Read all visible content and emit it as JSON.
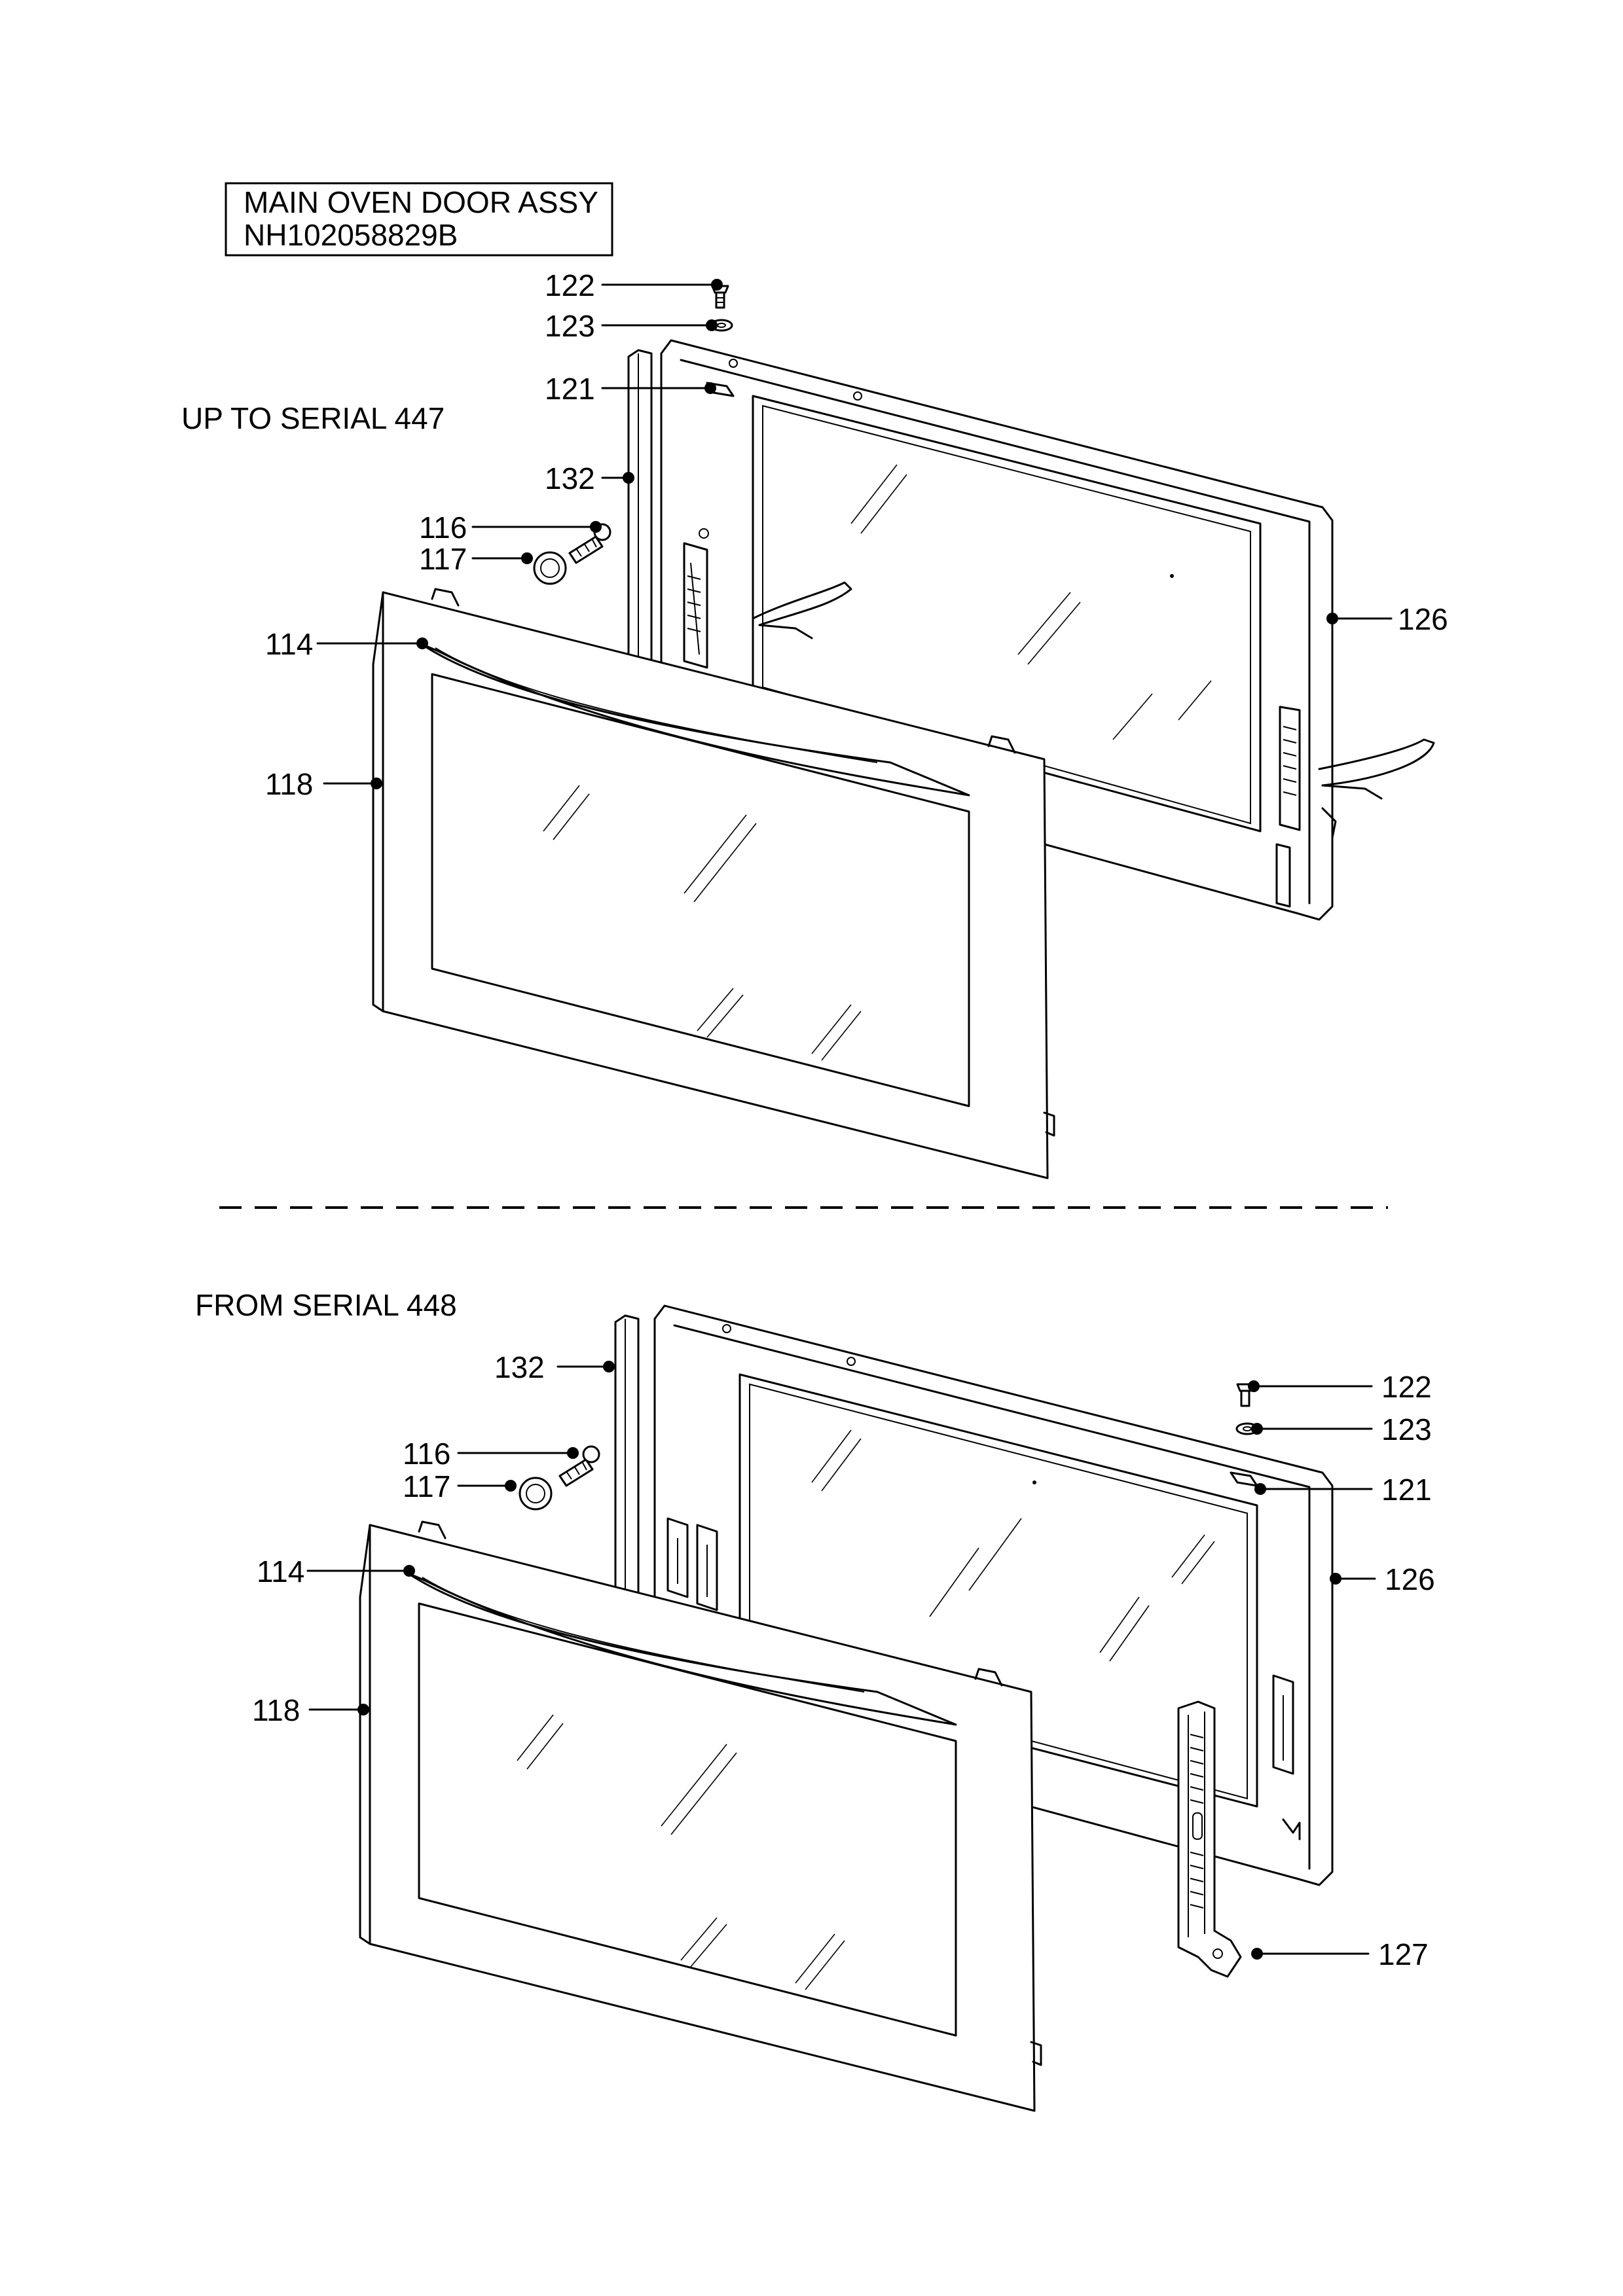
{
  "title_box": {
    "line1": "MAIN OVEN DOOR ASSY",
    "line2": "NH102058829B"
  },
  "sections": {
    "upper": {
      "heading": "UP TO SERIAL 447"
    },
    "lower": {
      "heading": "FROM SERIAL 448"
    }
  },
  "part_labels": {
    "upper": {
      "p122": "122",
      "p123": "123",
      "p121": "121",
      "p132": "132",
      "p116": "116",
      "p117": "117",
      "p114": "114",
      "p118": "118",
      "p126": "126"
    },
    "lower": {
      "p132": "132",
      "p116": "116",
      "p117": "117",
      "p114": "114",
      "p118": "118",
      "p122": "122",
      "p123": "123",
      "p121": "121",
      "p126": "126",
      "p127": "127"
    }
  },
  "colors": {
    "line": "#000000",
    "background": "#ffffff"
  }
}
